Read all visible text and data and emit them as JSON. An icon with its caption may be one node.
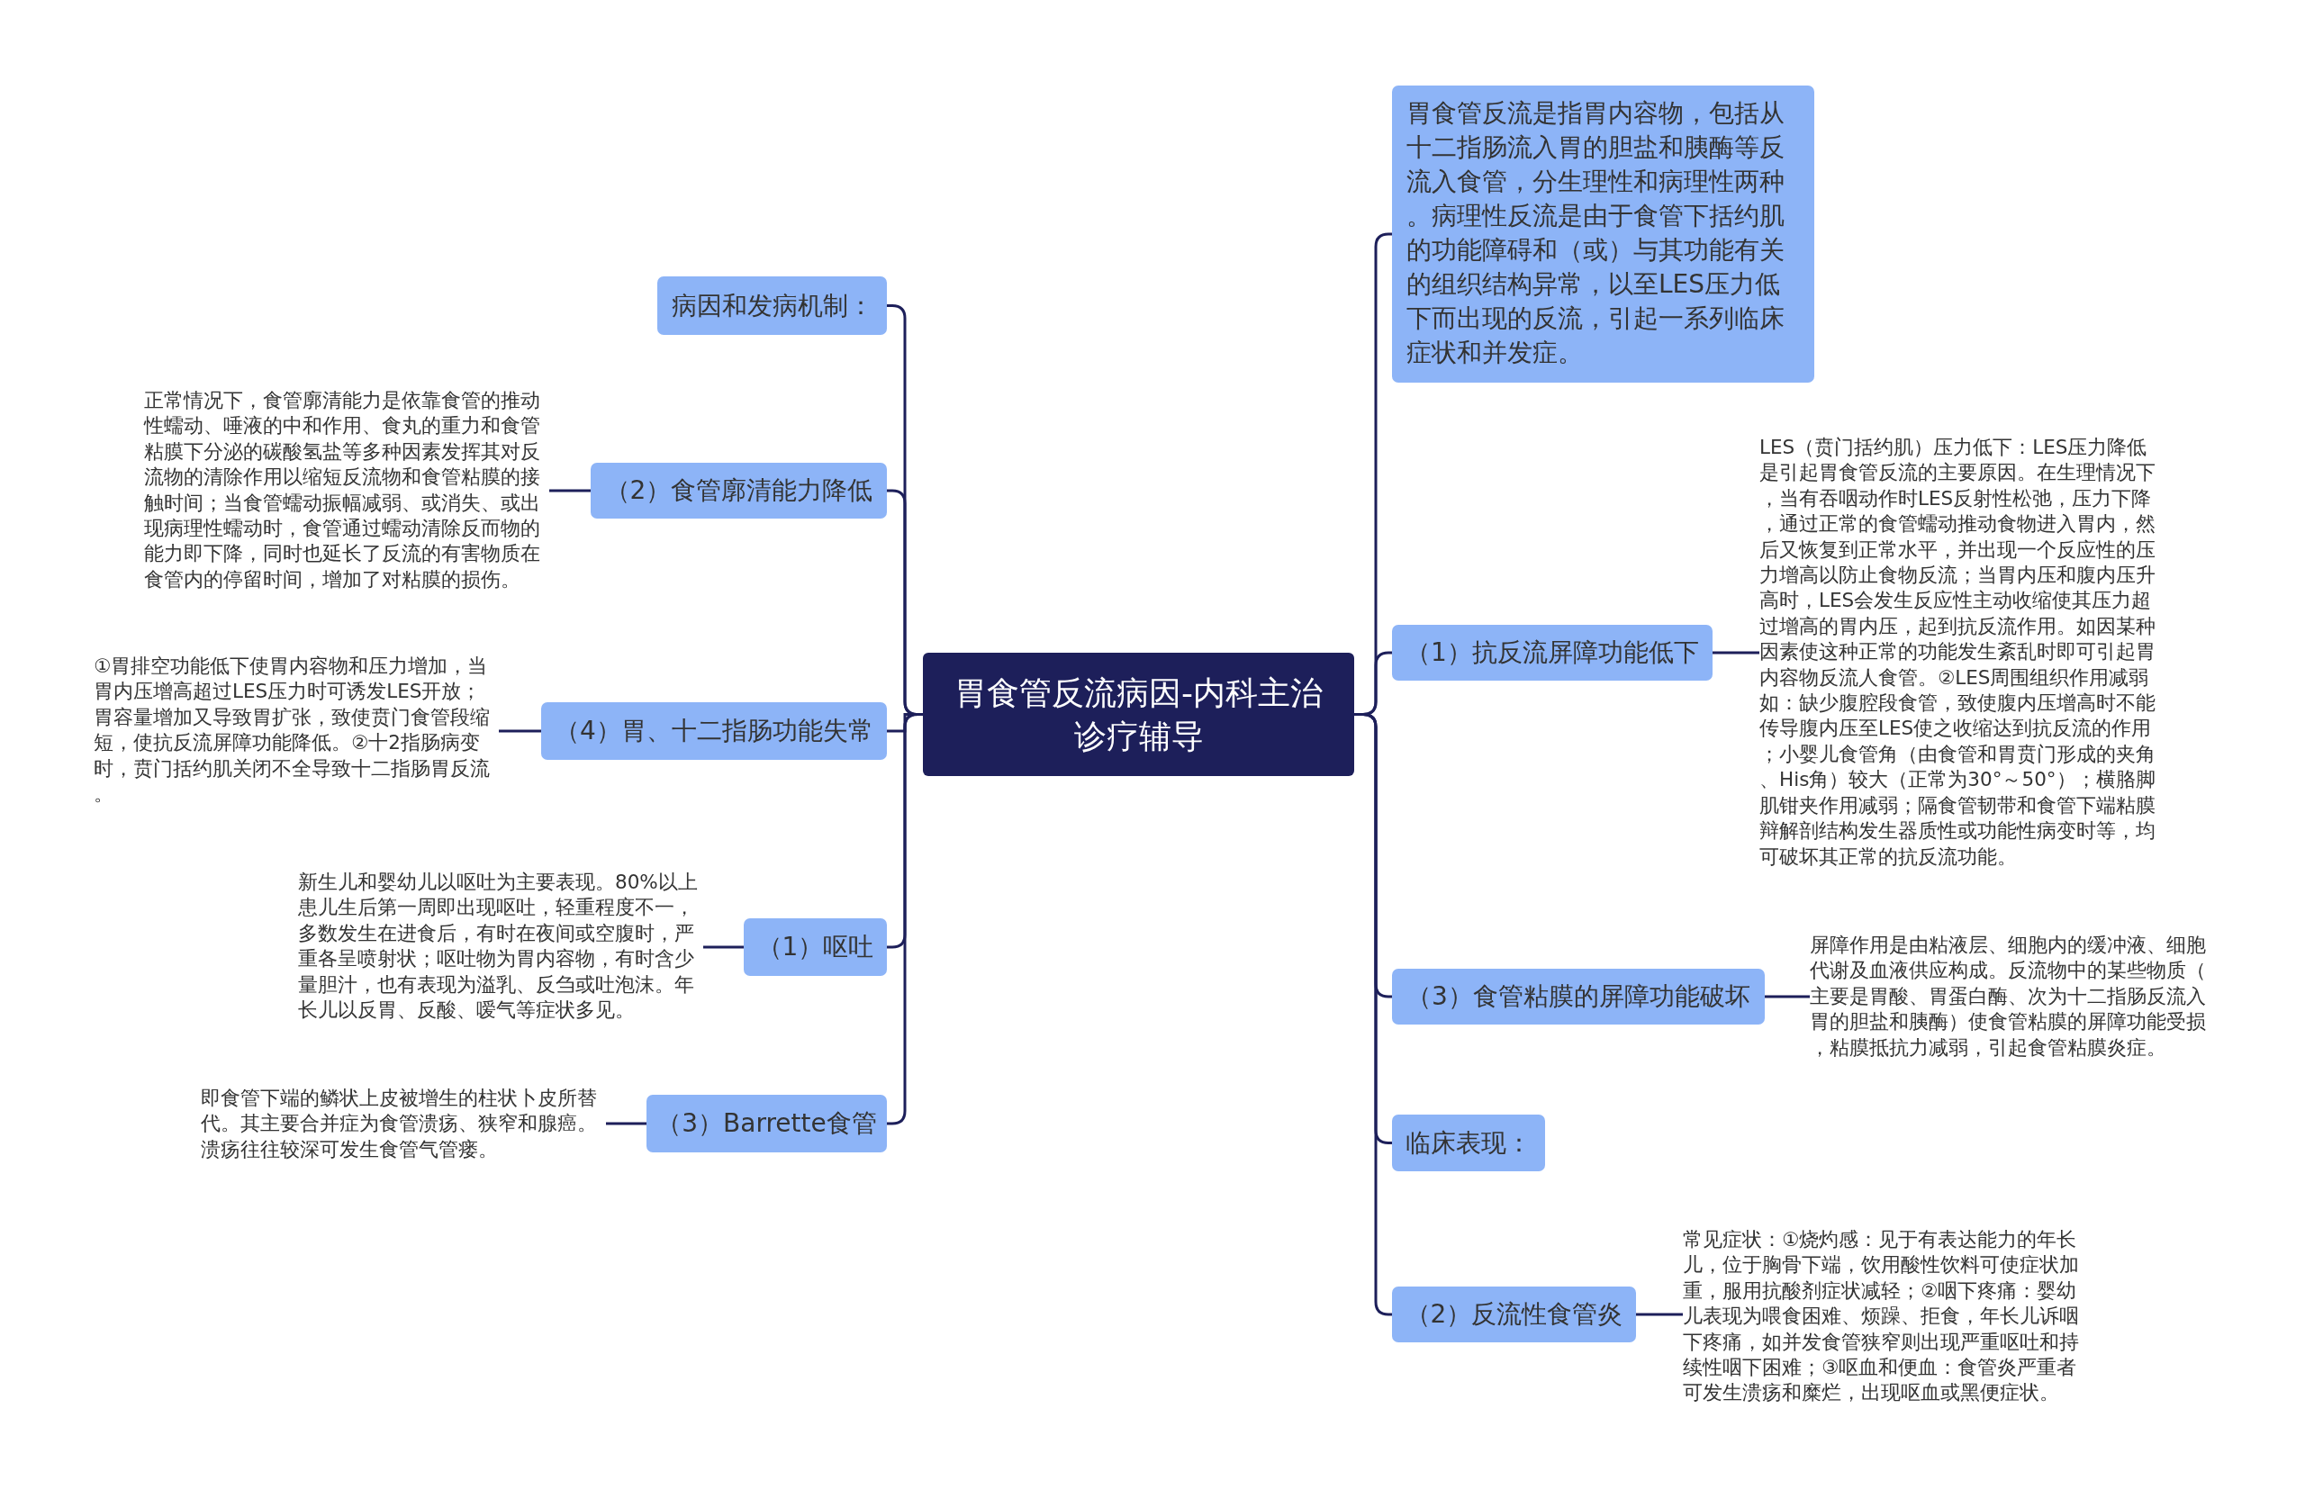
{
  "diagram": {
    "nodes": [
      {
        "text": [
          "胃食管反流病因-内科主治诊疗辅导"
        ]
      },
      {
        "text": [
          "病因和发病机制："
        ]
      },
      {
        "text": [
          "（2）食管廓清能力降低"
        ]
      },
      {
        "text": [
          "正常情况下，食管廓清能力是依靠食管的推动性蠕动、唾液的中和作用、食丸的重力和食管粘膜下分泌的碳酸氢盐等多种因素发挥其对反流物的清除作用以缩短反流物和食管粘膜的接触时间；当食管蠕动振幅减弱、或消失、或出现病理性蠕动时，食管通过蠕动清除反而物的能力即下降，同时也延长了反流的有害物质在食管内的停留时间，增加了对粘膜的损伤。"
        ]
      },
      {
        "text": [
          "（4）胃、十二指肠功能失常"
        ]
      },
      {
        "text": [
          "①胃排空功能低下使胃内容物和压力增加，当胃内压增高超过LES压力时可诱发LES开放；胃容量增加又导致胃扩张，致使贲门食管段缩短，使抗反流屏障功能降低。②十2指肠病变时，贲门括约肌关闭不全导致十二指肠胃反流。"
        ]
      },
      {
        "text": [
          "（1）呕吐"
        ]
      },
      {
        "text": [
          "新生儿和婴幼儿以呕吐为主要表现。80%以上患儿生后第一周即出现呕吐，轻重程度不一，多数发生在进食后，有时在夜间或空腹时，严重各呈喷射状；呕吐物为胃内容物，有时含少量胆汁，也有表现为溢乳、反刍或吐泡沫。年长儿以反胃、反酸、嗳气等症状多见。"
        ]
      },
      {
        "text": [
          "（3）Barrette食管"
        ]
      },
      {
        "text": [
          "即食管下端的鳞状上皮被增生的柱状卜皮所替代。其主要合并症为食管溃疡、狭窄和腺癌。溃疡往往较深可发生食管气管瘘。"
        ]
      },
      {
        "text": [
          "胃食管反流是指胃内容物，包括从十二指肠流入胃的胆盐和胰酶等反流入食管，分生理性和病理性两种。病理性反流是由于食管下括约肌的功能障碍和（或）与其功能有关的组织结构异常，以至LES压力低下而出现的反流，引起一系列临床症状和并发症。"
        ]
      },
      {
        "text": [
          "（1）抗反流屏障功能低下"
        ]
      },
      {
        "text": [
          "LES（贲门括约肌）压力低下：LES压力降低是引起胃食管反流的主要原因。在生理情况下，当有吞咽动作时LES反射性松弛，压力下降，通过正常的食管蠕动推动食物进入胃内，然后又恢复到正常水平，并出现一个反应性的压力增高以防止食物反流；当胃内压和腹内压升高时，LES会发生反应性主动收缩使其压力超过增高的胃内压，起到抗反流作用。如因某种因素使这种正常的功能发生紊乱时即可引起胃内容物反流人食管。②LES周围组织作用减弱如：缺少腹腔段食管，致使腹内压增高时不能传导腹内压至LES使之收缩达到抗反流的作用；小婴儿食管角（由食管和胃贲门形成的夹角、His角）较大（正常为30°～50°）；横胳脚肌钳夹作用减弱；隔食管韧带和食管下端粘膜辩解剖结构发生器质性或功能性病变时等，均可破坏其正常的抗反流功能。"
        ]
      },
      {
        "text": [
          "（3）食管粘膜的屏障功能破坏"
        ]
      },
      {
        "text": [
          "屏障作用是由粘液层、细胞内的缓冲液、细胞代谢及血液供应构成。反流物中的某些物质（主要是胃酸、胃蛋白酶、次为十二指肠反流入胃的胆盐和胰酶）使食管粘膜的屏障功能受损，粘膜抵抗力减弱，引起食管粘膜炎症。"
        ]
      },
      {
        "text": [
          "临床表现："
        ]
      },
      {
        "text": [
          "（2）反流性食管炎"
        ]
      },
      {
        "text": [
          "常见症状：①烧灼感：见于有表达能力的年长儿，位于胸骨下端，饮用酸性饮料可使症状加重，服用抗酸剂症状减轻；②咽下疼痛：婴幼儿表现为喂食困难、烦躁、拒食，年长儿诉咽下疼痛，如并发食管狭窄则出现严重呕吐和持续性咽下困难；③呕血和便血：食管炎严重者可发生溃疡和糜烂，出现呕血或黑便症状。"
        ]
      }
    ],
    "edges": [
      {
        "from": 0,
        "to": 1,
        "arrow": "none"
      },
      {
        "from": 0,
        "to": 2,
        "arrow": "none"
      },
      {
        "from": 2,
        "to": 3,
        "arrow": "none"
      },
      {
        "from": 0,
        "to": 4,
        "arrow": "none"
      },
      {
        "from": 4,
        "to": 5,
        "arrow": "none"
      },
      {
        "from": 0,
        "to": 6,
        "arrow": "none"
      },
      {
        "from": 6,
        "to": 7,
        "arrow": "none"
      },
      {
        "from": 0,
        "to": 8,
        "arrow": "none"
      },
      {
        "from": 8,
        "to": 9,
        "arrow": "none"
      },
      {
        "from": 0,
        "to": 10,
        "arrow": "none"
      },
      {
        "from": 0,
        "to": 11,
        "arrow": "none"
      },
      {
        "from": 11,
        "to": 12,
        "arrow": "none"
      },
      {
        "from": 0,
        "to": 13,
        "arrow": "none"
      },
      {
        "from": 13,
        "to": 14,
        "arrow": "none"
      },
      {
        "from": 0,
        "to": 15,
        "arrow": "none"
      },
      {
        "from": 0,
        "to": 16,
        "arrow": "none"
      },
      {
        "from": 16,
        "to": 17,
        "arrow": "none"
      }
    ]
  }
}
